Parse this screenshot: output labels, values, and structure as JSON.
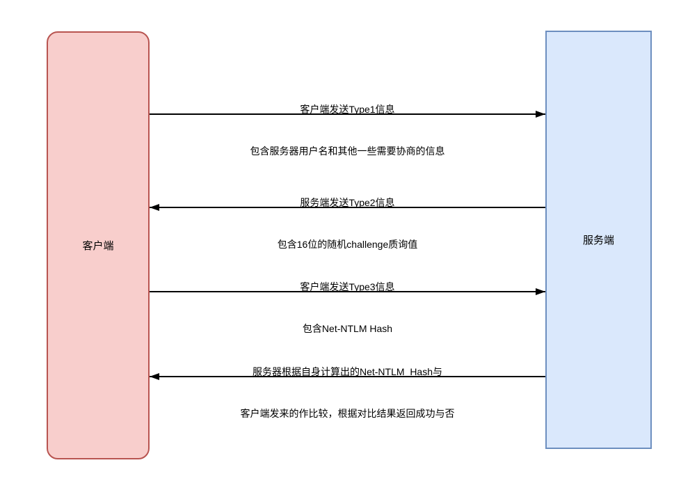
{
  "diagram": {
    "type": "sequence-diagram",
    "background": "#ffffff",
    "arrow_color": "#000000",
    "text_color": "#000000",
    "actors": [
      {
        "id": "client",
        "label": "客户端",
        "fill": "#f8cecc",
        "stroke": "#b85450",
        "shape": "rounded-rect"
      },
      {
        "id": "server",
        "label": "服务端",
        "fill": "#dae8fc",
        "stroke": "#6c8ebf",
        "shape": "rect"
      }
    ],
    "messages": [
      {
        "from": "client",
        "to": "server",
        "direction": "right",
        "line1": "客户端发送Type1信息",
        "line2": "包含服务器用户名和其他一些需要协商的信息"
      },
      {
        "from": "server",
        "to": "client",
        "direction": "left",
        "line1": "服务端发送Type2信息",
        "line2": "包含16位的随机challenge质询值"
      },
      {
        "from": "client",
        "to": "server",
        "direction": "right",
        "line1": "客户端发送Type3信息",
        "line2": "包含Net-NTLM Hash"
      },
      {
        "from": "server",
        "to": "client",
        "direction": "left",
        "line1": "服务器根据自身计算出的Net-NTLM  Hash与",
        "line2": "客户端发来的作比较，根据对比结果返回成功与否"
      }
    ]
  }
}
